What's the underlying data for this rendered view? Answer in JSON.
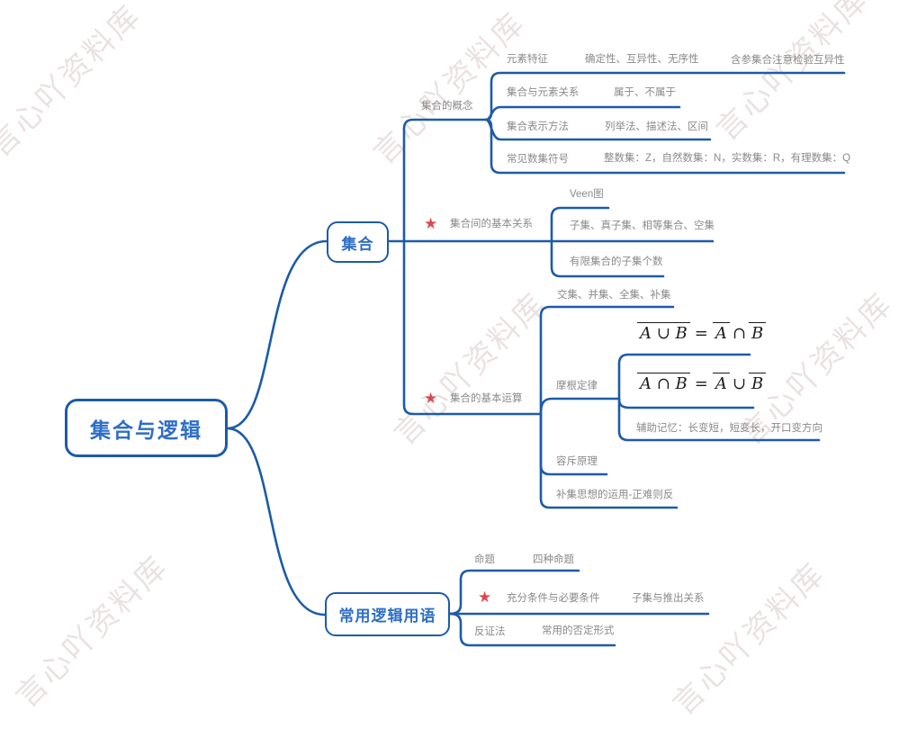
{
  "ui": {
    "watermark": "言心吖资料库",
    "star_icon": "★",
    "colors": {
      "branch": "#1d5ba9",
      "topic_text": "#2e6ec5",
      "label_text": "#8a8a8a",
      "star": "#e0474c",
      "formula_text": "#1c1c1c"
    }
  },
  "map": {
    "root": "集合与逻辑",
    "formulas": {
      "union": {
        "left": "A ∪ B",
        "a": "A",
        "op": "∩",
        "b": "B"
      },
      "intersection": {
        "left": "A ∩ B",
        "a": "A",
        "op": "∪",
        "b": "B"
      }
    },
    "branches": [
      {
        "label": "集合",
        "children": [
          {
            "label": "集合的概念",
            "children": [
              {
                "label": "元素特征",
                "children": [
                  {
                    "label": "确定性、互异性、无序性",
                    "children": [
                      {
                        "label": "含参集合注意检验互异性"
                      }
                    ]
                  }
                ]
              },
              {
                "label": "集合与元素关系",
                "children": [
                  {
                    "label": "属于、不属于"
                  }
                ]
              },
              {
                "label": "集合表示方法",
                "children": [
                  {
                    "label": "列举法、描述法、区间"
                  }
                ]
              },
              {
                "label": "常见数集符号",
                "children": [
                  {
                    "label": "整数集：Z，自然数集：N，实数集：R，有理数集：Q"
                  }
                ]
              }
            ]
          },
          {
            "label": "集合间的基本关系",
            "starred": true,
            "children": [
              {
                "label": "Veen图"
              },
              {
                "label": "子集、真子集、相等集合、空集"
              },
              {
                "label": "有限集合的子集个数"
              }
            ]
          },
          {
            "label": "集合的基本运算",
            "starred": true,
            "children": [
              {
                "label": "交集、并集、全集、补集"
              },
              {
                "label": "摩根定律",
                "children": [
                  {
                    "label": "formula-union-complement"
                  },
                  {
                    "label": "formula-intersection-complement"
                  },
                  {
                    "label": "辅助记忆：长变短，短变长，开口变方向"
                  }
                ]
              },
              {
                "label": "容斥原理"
              },
              {
                "label": "补集思想的运用-正难则反"
              }
            ]
          }
        ]
      },
      {
        "label": "常用逻辑用语",
        "children": [
          {
            "label": "命题",
            "children": [
              {
                "label": "四种命题"
              }
            ]
          },
          {
            "label": "充分条件与必要条件",
            "starred": true,
            "children": [
              {
                "label": "子集与推出关系"
              }
            ]
          },
          {
            "label": "反证法",
            "children": [
              {
                "label": "常用的否定形式"
              }
            ]
          }
        ]
      }
    ]
  }
}
